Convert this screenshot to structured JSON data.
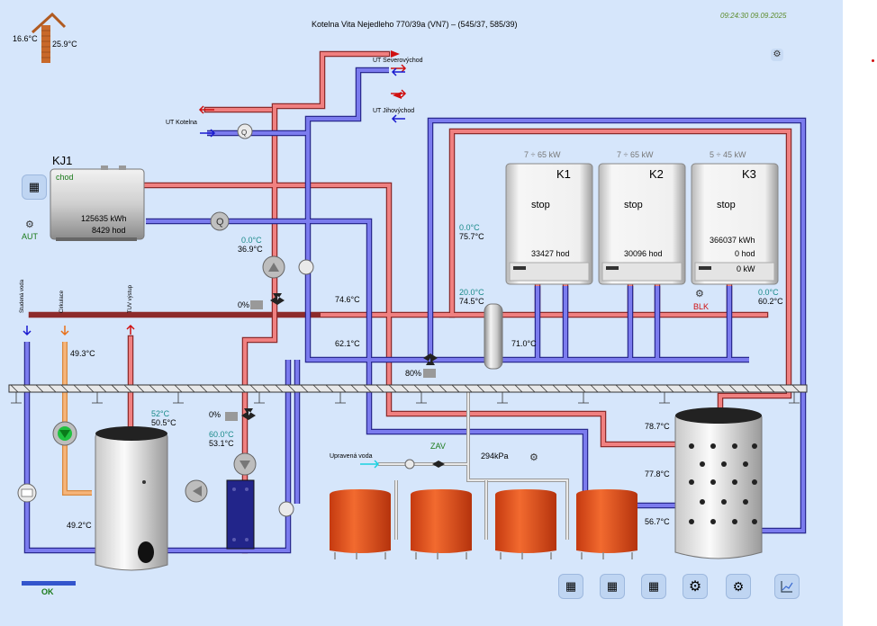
{
  "title": "Kotelna Vita Nejedleho 770/39a (VN7)  – (545/37, 585/39)",
  "datetime": "09:24:30 09.09.2025",
  "weather": {
    "temp_left": "16.6°C",
    "temp_right": "25.9°C"
  },
  "circuits": {
    "north": "UT Severovýchod",
    "south": "UT Jihovýchod",
    "boiler_room": "UT Kotelna"
  },
  "kj1": {
    "name": "KJ1",
    "state": "chod",
    "energy": "125635 kWh",
    "hours": "8429 hod",
    "mode": "AUT",
    "rail_flow": "0.0°C",
    "rail_return": "36.9°C"
  },
  "boilers": [
    {
      "name": "K1",
      "range": "7 ÷ 65 kW",
      "state": "stop",
      "hours": "33427 hod",
      "energy": "",
      "power": ""
    },
    {
      "name": "K2",
      "range": "7 ÷ 65 kW",
      "state": "stop",
      "hours": "30096 hod",
      "energy": "",
      "power": ""
    },
    {
      "name": "K3",
      "range": "5 ÷ 45 kW",
      "state": "stop",
      "hours": "0 hod",
      "energy": "366037 kWh",
      "power": "0 kW"
    }
  ],
  "boilers_block": "BLK",
  "dhw_labels": {
    "cold": "Studená voda",
    "circ": "Cirkulace",
    "tuv": "TUV výstup"
  },
  "temps": {
    "circ": "49.3°C",
    "tank_sp": "52°C",
    "tank_top": "50.5°C",
    "tank_bottom": "49.2°C",
    "hx_a": "60.0°C",
    "hx_b": "53.1°C",
    "manifold_a": "0.0°C",
    "manifold_b": "75.7°C",
    "hdr_sp": "20.0°C",
    "hdr_flow": "74.5°C",
    "supply": "74.6°C",
    "return": "62.1°C",
    "return2": "71.0°C",
    "k3_sp": "0.0°C",
    "k3_out": "60.2°C",
    "acc_top": "78.7°C",
    "acc_mid": "77.8°C",
    "acc_bot": "56.7°C"
  },
  "valves": {
    "v1": "0%",
    "v2": "0%",
    "v3": "80%"
  },
  "makeup": {
    "label": "Upravená voda",
    "valve_state": "ZAV",
    "pressure": "294kPa"
  },
  "status": "OK",
  "toolbar": [
    "schedule-1-icon",
    "schedule-2-icon",
    "schedule-3-icon",
    "settings-icon",
    "system-settings-icon",
    "trend-icon"
  ]
}
